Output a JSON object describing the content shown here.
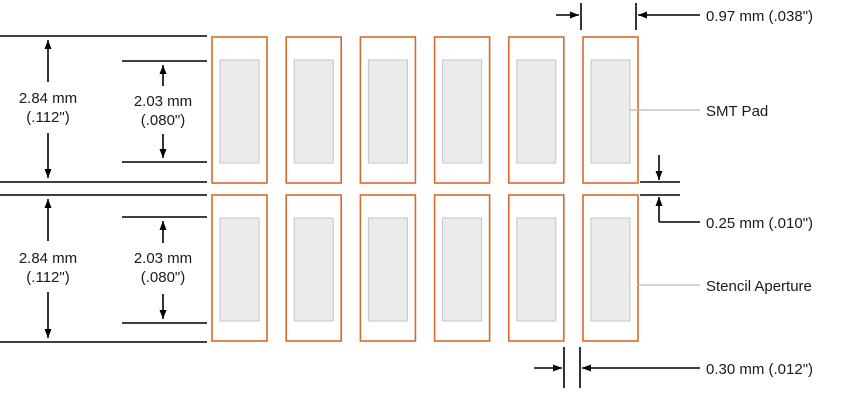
{
  "colors": {
    "aperture_stroke": "#d96a2b",
    "pad_fill": "#ebebeb",
    "pad_stroke": "#c4c4c4",
    "line": "#000000",
    "leader": "#b8b8b8"
  },
  "layout_info": {
    "rows": 2,
    "columns": 6
  },
  "labels": {
    "top_outer_mm": "2.84 mm",
    "top_outer_in": "(.112\")",
    "top_inner_mm": "2.03 mm",
    "top_inner_in": "(.080\")",
    "bottom_outer_mm": "2.84 mm",
    "bottom_outer_in": "(.112\")",
    "bottom_inner_mm": "2.03 mm",
    "bottom_inner_in": "(.080\")",
    "width_dim": "0.97 mm (.038\")",
    "gap_dim": "0.25 mm (.010\")",
    "pitch_gap_dim": "0.30 mm (.012\")",
    "smt_pad": "SMT Pad",
    "stencil_aperture": "Stencil Aperture"
  }
}
